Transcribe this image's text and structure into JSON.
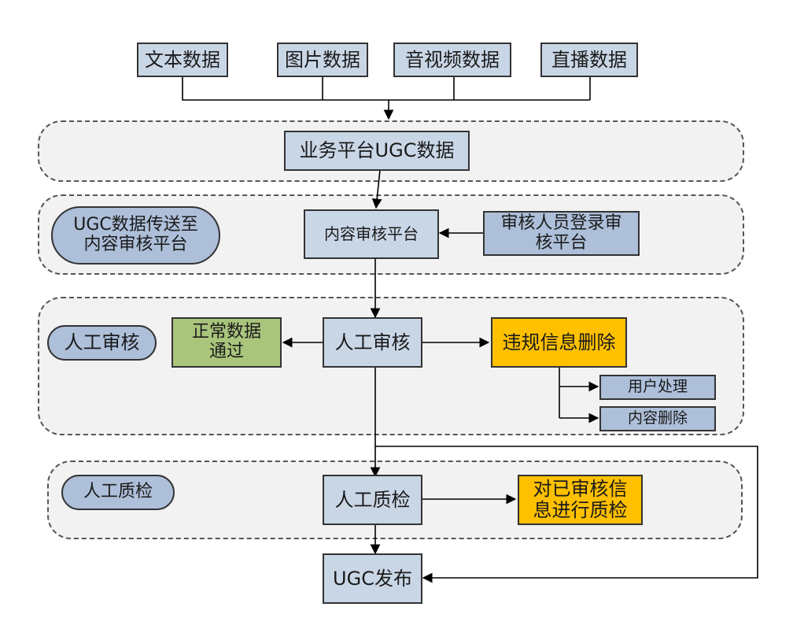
{
  "title": "UGC内容审核流程",
  "colors": {
    "source_node": "#c9d6e6",
    "label_pill": "#adbfd9",
    "approved": "#a9c57c",
    "violation": "#ffc000",
    "lane_background": "#f2f2f2"
  },
  "sources": [
    "文本数据",
    "图片数据",
    "音视频数据",
    "直播数据"
  ],
  "lanes": {
    "platform": {
      "node": "业务平台UGC数据"
    },
    "transfer": {
      "label": "UGC数据传送至\n内容审核平台",
      "node": "内容审核平台",
      "reviewer_login": "审核人员登录审\n核平台"
    },
    "manual_review": {
      "label": "人工审核",
      "node": "人工审核",
      "approved": "正常数据\n通过",
      "violation": "违规信息删除",
      "actions": [
        "用户处理",
        "内容删除"
      ]
    },
    "quality_check": {
      "label": "人工质检",
      "node": "人工质检",
      "check_action": "对已审核信\n息进行质检"
    }
  },
  "publish": "UGC发布",
  "edges": [
    {
      "from": "文本数据",
      "to": "业务平台UGC数据"
    },
    {
      "from": "图片数据",
      "to": "业务平台UGC数据"
    },
    {
      "from": "音视频数据",
      "to": "业务平台UGC数据"
    },
    {
      "from": "直播数据",
      "to": "业务平台UGC数据"
    },
    {
      "from": "业务平台UGC数据",
      "to": "内容审核平台"
    },
    {
      "from": "审核人员登录审核平台",
      "to": "内容审核平台"
    },
    {
      "from": "内容审核平台",
      "to": "人工审核"
    },
    {
      "from": "人工审核",
      "to": "正常数据通过"
    },
    {
      "from": "人工审核",
      "to": "违规信息删除"
    },
    {
      "from": "违规信息删除",
      "to": "用户处理"
    },
    {
      "from": "违规信息删除",
      "to": "内容删除"
    },
    {
      "from": "人工审核",
      "to": "人工质检"
    },
    {
      "from": "人工审核",
      "to": "UGC发布"
    },
    {
      "from": "人工质检",
      "to": "对已审核信息进行质检"
    },
    {
      "from": "人工质检",
      "to": "UGC发布"
    }
  ]
}
